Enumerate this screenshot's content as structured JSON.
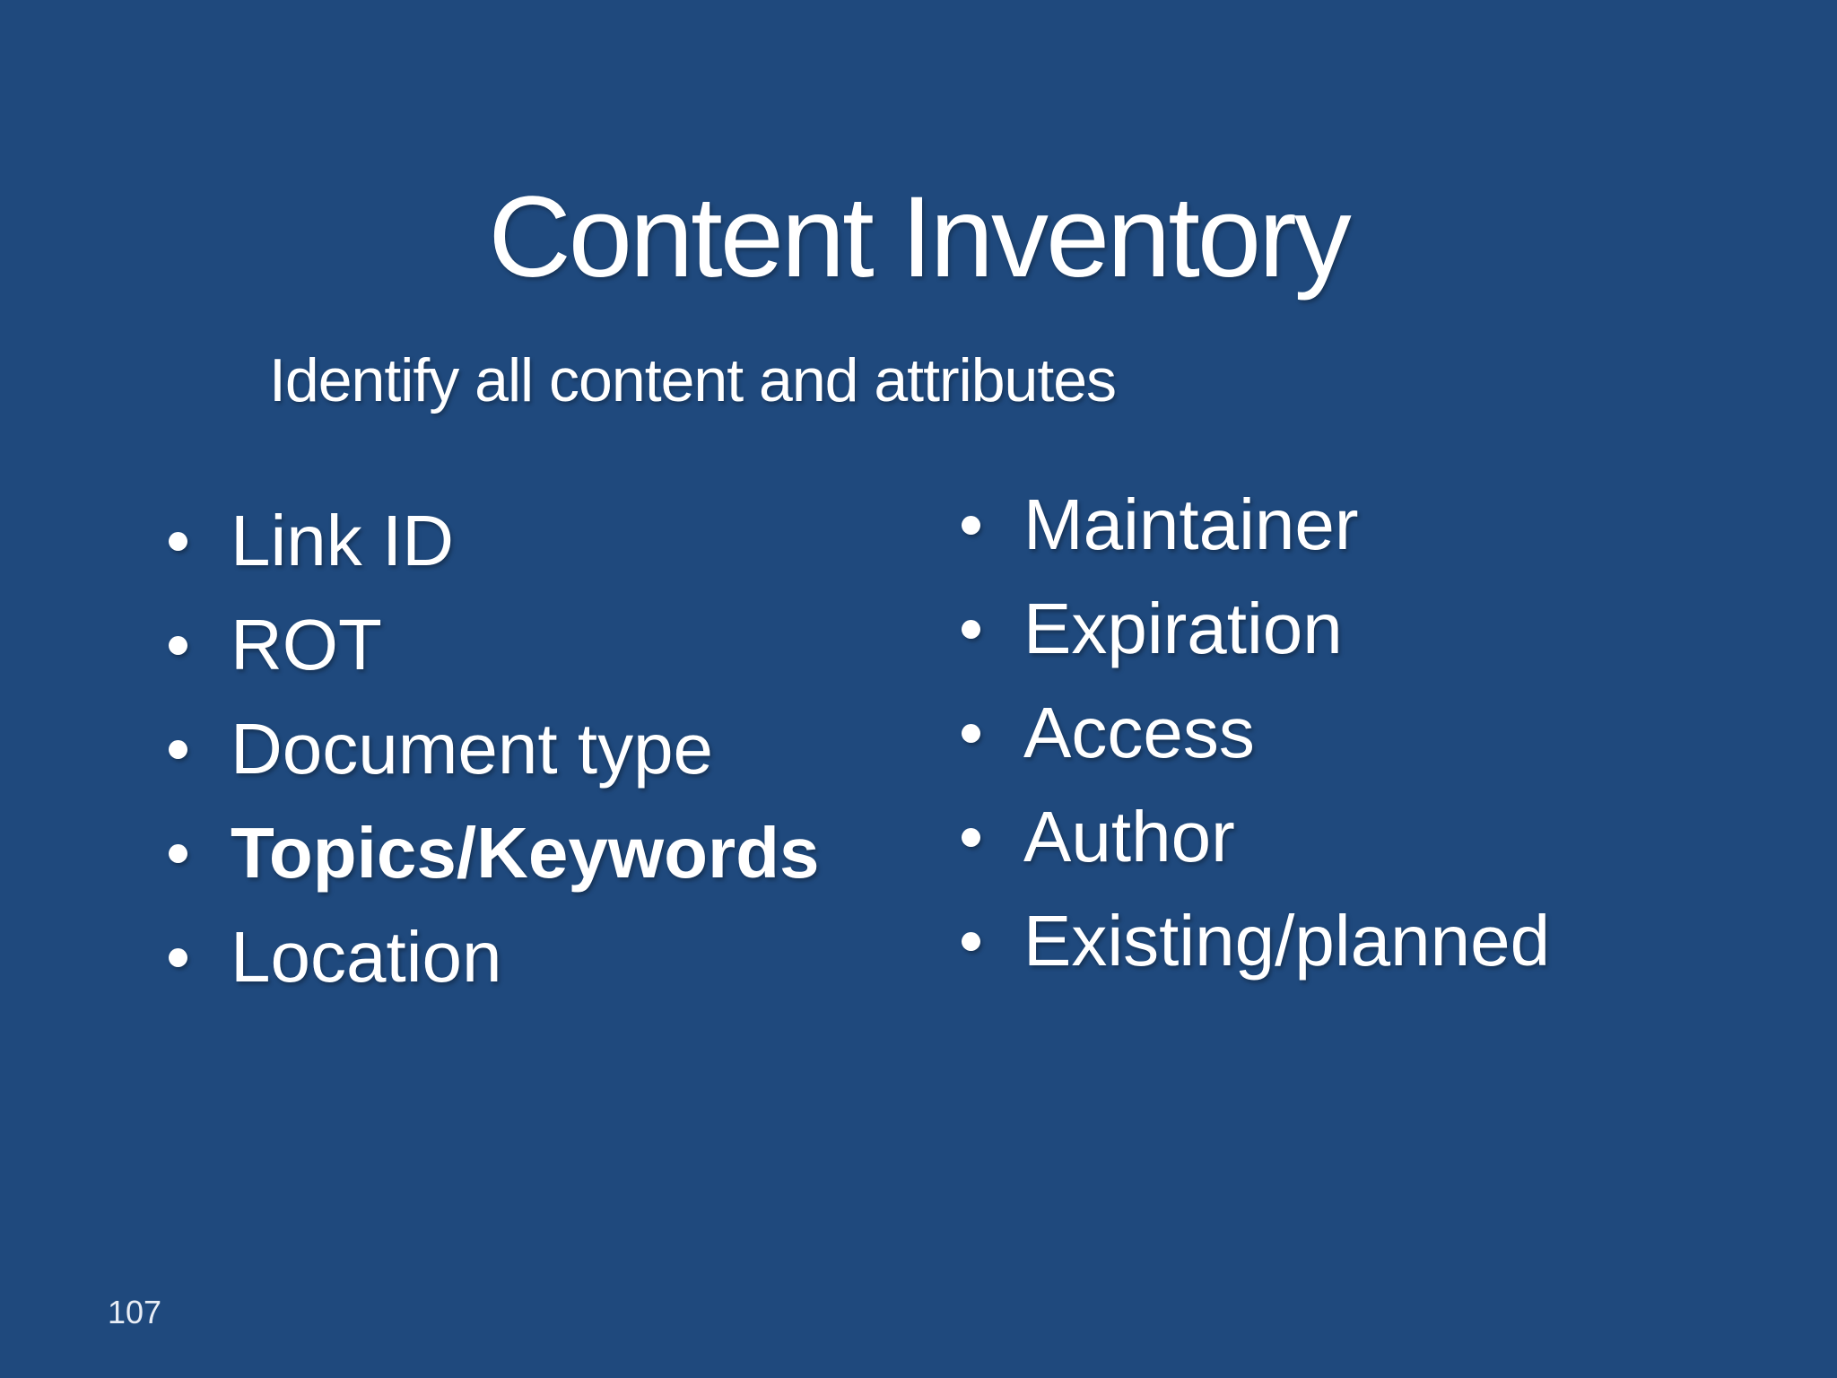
{
  "slide": {
    "background_color": "#1F497D",
    "text_color": "#FFFFFF",
    "title": "Content Inventory",
    "subtitle": "Identify all content and attributes",
    "page_number": "107",
    "columns": {
      "left": {
        "items": [
          {
            "label": "Link ID",
            "bold": false
          },
          {
            "label": "ROT",
            "bold": false
          },
          {
            "label": "Document type",
            "bold": false
          },
          {
            "label": "Topics/Keywords",
            "bold": true
          },
          {
            "label": "Location",
            "bold": false
          }
        ]
      },
      "right": {
        "items": [
          {
            "label": "Maintainer",
            "bold": false
          },
          {
            "label": "Expiration",
            "bold": false
          },
          {
            "label": "Access",
            "bold": false
          },
          {
            "label": "Author",
            "bold": false
          },
          {
            "label": "Existing/planned",
            "bold": false
          }
        ]
      }
    }
  }
}
